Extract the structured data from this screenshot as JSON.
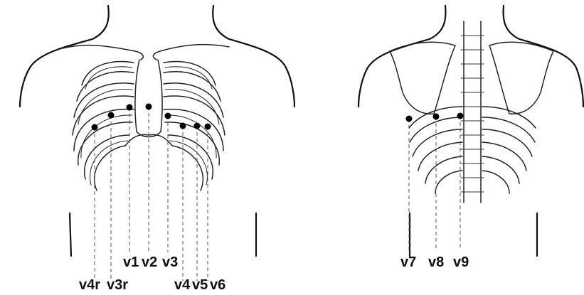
{
  "front_view": {
    "labels": {
      "row_upper": [
        "v1",
        "v2",
        "v3"
      ],
      "row_lower_right": [
        "v4r",
        "v3r"
      ],
      "row_lower_left": [
        "v4",
        "v5",
        "v6"
      ]
    }
  },
  "back_view": {
    "labels": [
      "v7",
      "v8",
      "v9"
    ]
  },
  "colors": {
    "ink": "#111111",
    "background": "#ffffff"
  }
}
